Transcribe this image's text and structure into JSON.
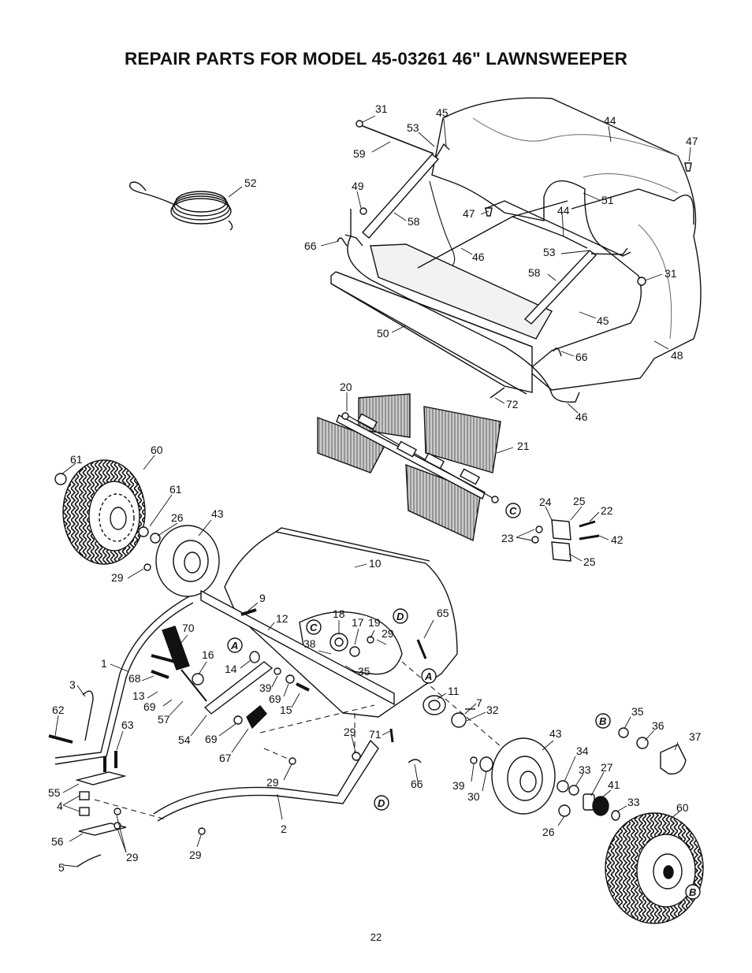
{
  "title": "REPAIR PARTS FOR MODEL 45-03261  46\" LAWNSWEEPER",
  "page_number": "22",
  "part_labels": [
    "31",
    "45",
    "53",
    "59",
    "44",
    "47",
    "52",
    "49",
    "58",
    "47",
    "44",
    "51",
    "66",
    "46",
    "53",
    "58",
    "31",
    "45",
    "50",
    "66",
    "48",
    "72",
    "46",
    "20",
    "21",
    "24",
    "25",
    "22",
    "23",
    "42",
    "25",
    "61",
    "60",
    "61",
    "26",
    "43",
    "29",
    "10",
    "9",
    "12",
    "18",
    "17",
    "19",
    "29",
    "65",
    "38",
    "35",
    "16",
    "14",
    "70",
    "1",
    "68",
    "13",
    "69",
    "39",
    "69",
    "15",
    "3",
    "57",
    "54",
    "69",
    "67",
    "11",
    "7",
    "32",
    "62",
    "63",
    "29",
    "71",
    "29",
    "66",
    "35",
    "36",
    "37",
    "43",
    "34",
    "33",
    "27",
    "41",
    "33",
    "39",
    "30",
    "55",
    "4",
    "2",
    "56",
    "29",
    "29",
    "5",
    "26",
    "60"
  ],
  "reference_markers": [
    "C",
    "D",
    "A",
    "C",
    "D",
    "A",
    "B",
    "B"
  ]
}
